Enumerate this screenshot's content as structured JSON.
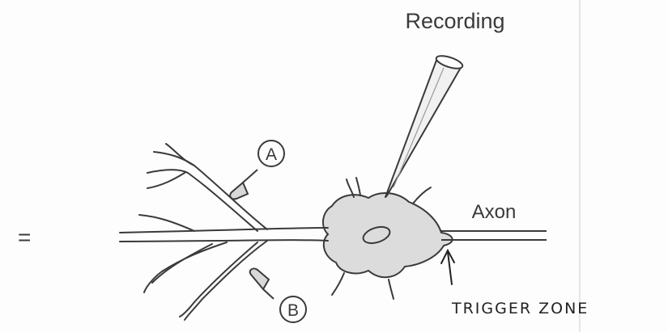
{
  "labels": {
    "recording": "Recording",
    "axon": "Axon",
    "synapse_a": "A",
    "synapse_b": "B",
    "equals": "=",
    "trigger_zone": "TRIGGER ZONE"
  },
  "colors": {
    "ink": "#3a3a3a",
    "soma_fill": "#dcdcdc",
    "electrode_fill": "#f1f1f1",
    "synapse_fill": "#d8d8d8",
    "paper": "#fdfdfd"
  }
}
